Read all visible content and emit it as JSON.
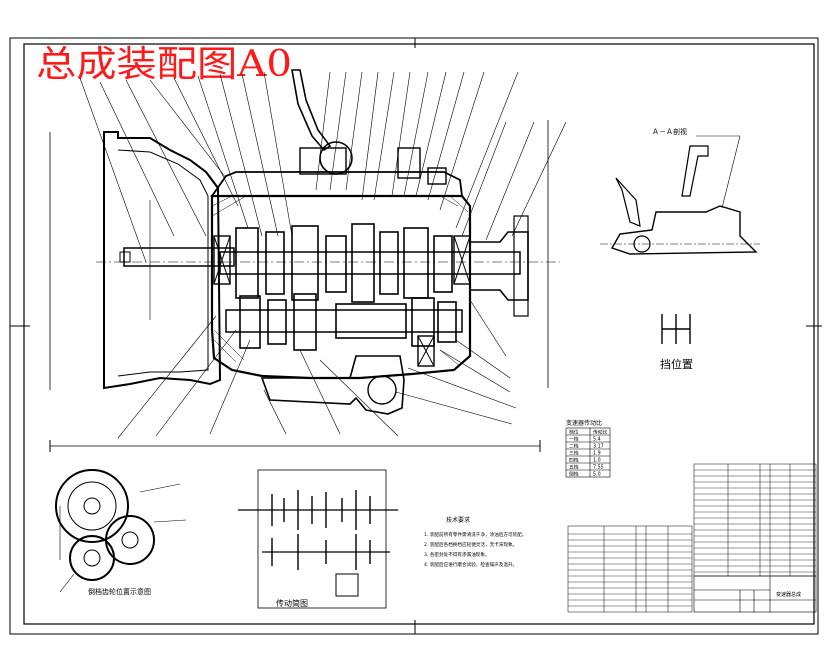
{
  "drawing": {
    "title": "总成装配图A0",
    "side_view_label": "Ａ－Ａ剖视",
    "shift_pattern_label": "挡位置",
    "gear_position_label": "倒档齿轮位置示意图",
    "transmission_diagram_label": "传动简图",
    "technical_requirements_title": "技术要求",
    "technical_requirements": [
      "1. 装配前所有零件需清洗干净，涂油后方可装配。",
      "2. 装配后各档换档应轻便灵活，无卡滞现象。",
      "3. 各密封处不得有渗漏油现象。",
      "4. 装配后应进行磨合试验，检查噪声及温升。"
    ],
    "gear_ratio_table": {
      "title": "变速器传动比",
      "headers": [
        "档位",
        "传动比"
      ],
      "rows": [
        [
          "一档",
          "5.4"
        ],
        [
          "二档",
          "3.17"
        ],
        [
          "三档",
          "1.9"
        ],
        [
          "四档",
          "1.0"
        ],
        [
          "五档",
          "7.55"
        ],
        [
          "倒档",
          "5.0"
        ]
      ]
    },
    "title_block": {
      "name": "变速器总成"
    }
  },
  "colors": {
    "title": "#ff1a1a",
    "line": "#000000",
    "background": "#ffffff"
  }
}
